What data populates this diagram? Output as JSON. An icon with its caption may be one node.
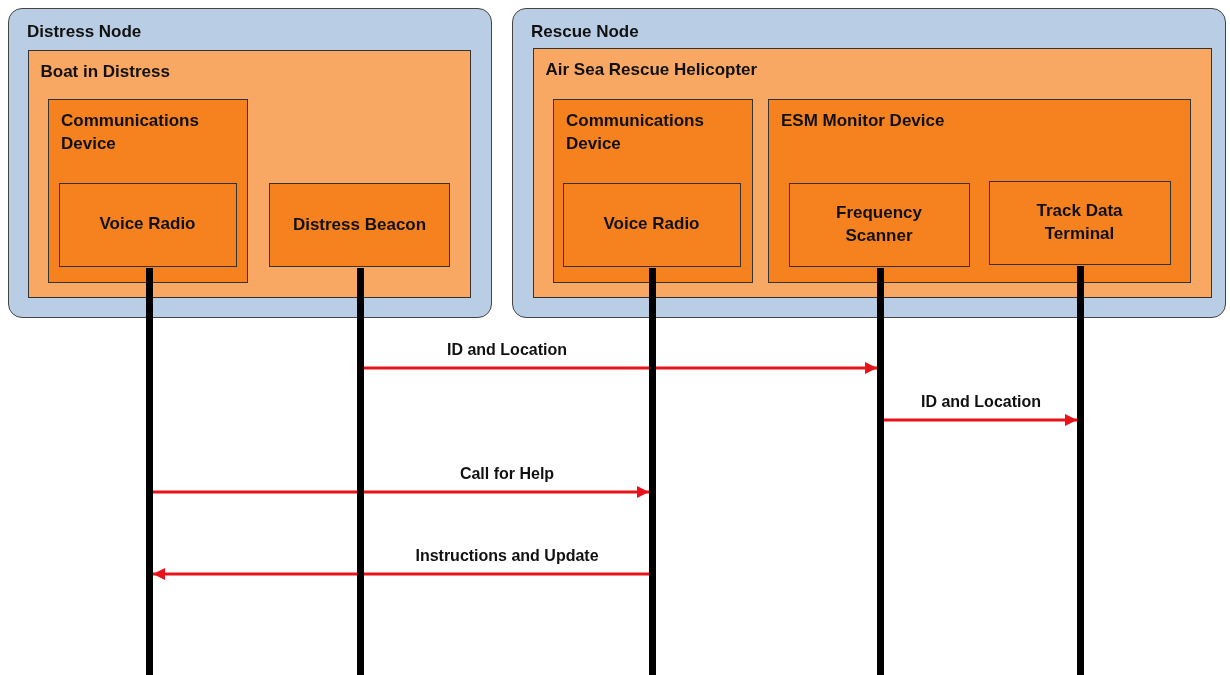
{
  "diagram": {
    "nodes": [
      {
        "text": [
          "Distress Node"
        ]
      },
      {
        "text": [
          "Boat in Distress"
        ],
        "in": 0
      },
      {
        "text": [
          "Communications Device"
        ],
        "in": 1
      },
      {
        "text": [
          "Voice Radio"
        ],
        "in": 2
      },
      {
        "text": [
          "Distress Beacon"
        ],
        "in": 1
      },
      {
        "text": [
          "Rescue Node"
        ]
      },
      {
        "text": [
          "Air Sea Rescue Helicopter"
        ],
        "in": 5
      },
      {
        "text": [
          "Communications Device"
        ],
        "in": 6
      },
      {
        "text": [
          "Voice Radio"
        ],
        "in": 7
      },
      {
        "text": [
          "ESM Monitor Device"
        ],
        "in": 6
      },
      {
        "text": [
          "Frequency Scanner"
        ],
        "in": 9
      },
      {
        "text": [
          "Track Data Terminal"
        ],
        "in": 9
      },
      {
        "text": [],
        "shape": "bar"
      },
      {
        "text": [],
        "shape": "bar"
      },
      {
        "text": [],
        "shape": "bar"
      },
      {
        "text": [],
        "shape": "bar"
      },
      {
        "text": [],
        "shape": "bar"
      }
    ],
    "edges": [
      {
        "from": 13,
        "to": 15,
        "arrow": "to",
        "label": "ID and Location"
      },
      {
        "from": 15,
        "to": 16,
        "arrow": "to",
        "label": "ID and Location"
      },
      {
        "from": 12,
        "to": 14,
        "arrow": "to",
        "label": "Call for Help"
      },
      {
        "from": 14,
        "to": 12,
        "arrow": "to",
        "label": "Instructions and Update"
      }
    ]
  }
}
